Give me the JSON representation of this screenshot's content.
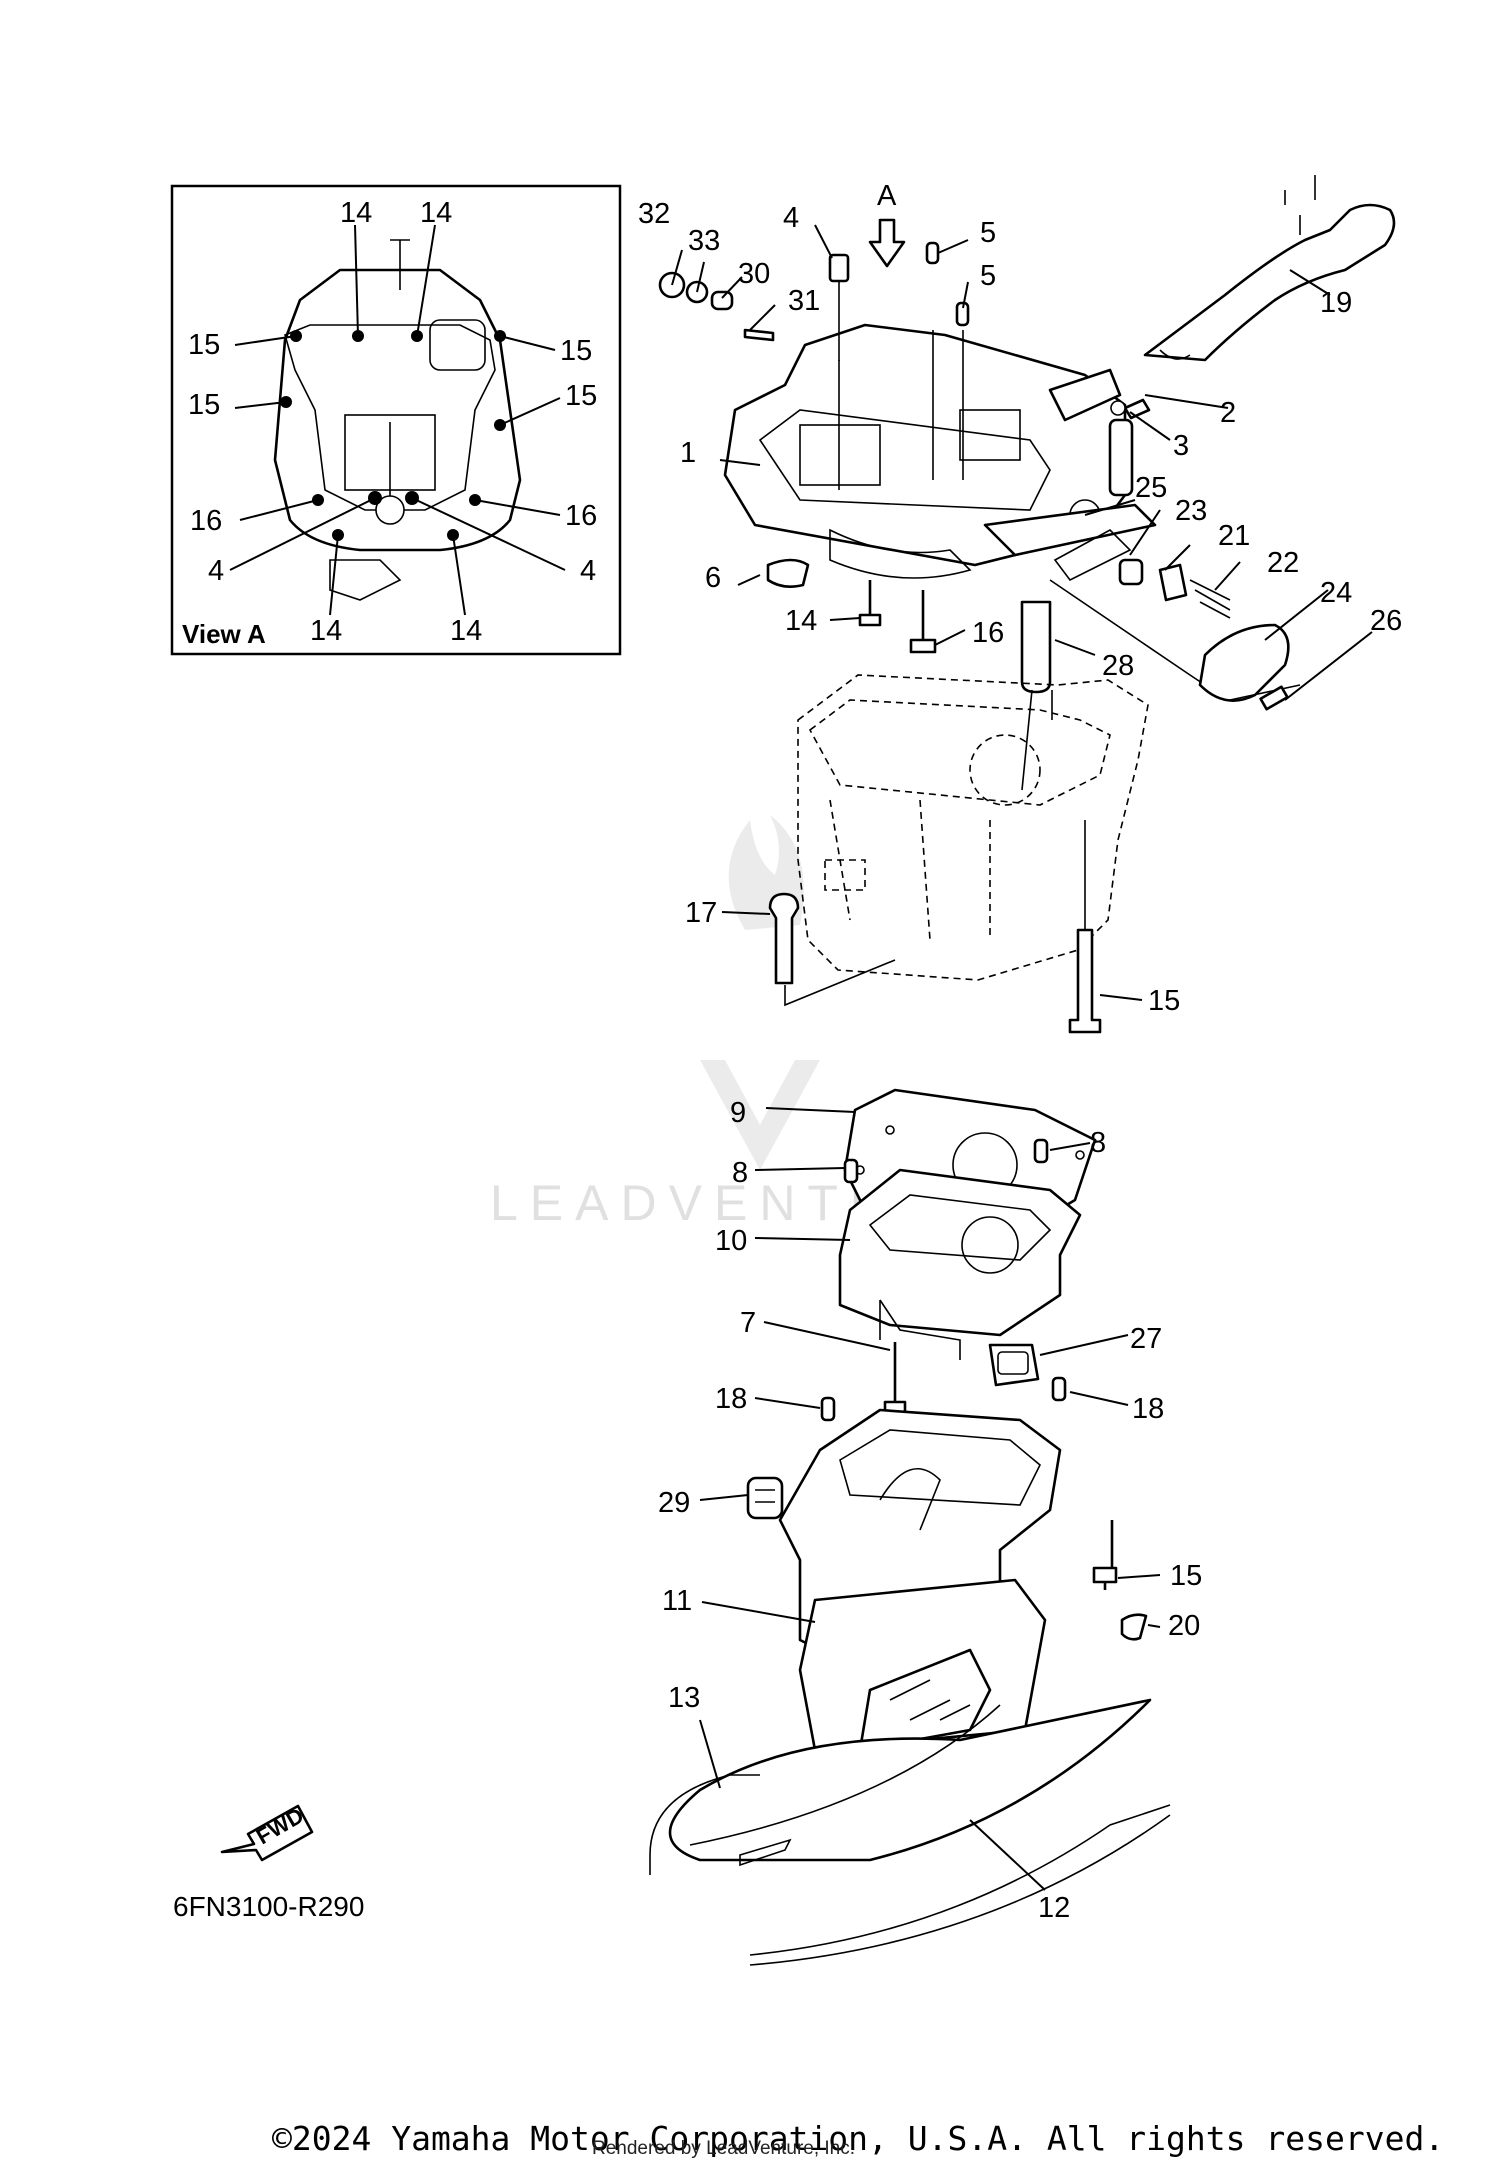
{
  "diagram_code": "6FN3100-R290",
  "view_box_label": "View A",
  "view_arrow_label": "A",
  "fwd_label": "FWD",
  "watermark": "LEADVENTURE",
  "copyright": "©2024 Yamaha Motor Corporation, U.S.A. All rights reserved.",
  "rendered_by": "Rendered by LeadVenture, Inc.",
  "callouts": {
    "c1": "1",
    "c2": "2",
    "c3": "3",
    "c4": "4",
    "c5a": "5",
    "c5b": "5",
    "c6": "6",
    "c7": "7",
    "c8a": "8",
    "c8b": "8",
    "c9": "9",
    "c10": "10",
    "c11": "11",
    "c12": "12",
    "c13": "13",
    "c14": "14",
    "c15a": "15",
    "c15b": "15",
    "c16": "16",
    "c17": "17",
    "c18a": "18",
    "c18b": "18",
    "c19": "19",
    "c20": "20",
    "c21": "21",
    "c22": "22",
    "c23": "23",
    "c24": "24",
    "c25": "25",
    "c26": "26",
    "c27": "27",
    "c28": "28",
    "c29": "29",
    "c30": "30",
    "c31": "31",
    "c32": "32",
    "c33": "33"
  },
  "view_a_callouts": {
    "t14a": "14",
    "t14b": "14",
    "t15a": "15",
    "t15b": "15",
    "t15c": "15",
    "t15d": "15",
    "t16a": "16",
    "t16b": "16",
    "t4a": "4",
    "t4b": "4",
    "t14c": "14",
    "t14d": "14"
  }
}
